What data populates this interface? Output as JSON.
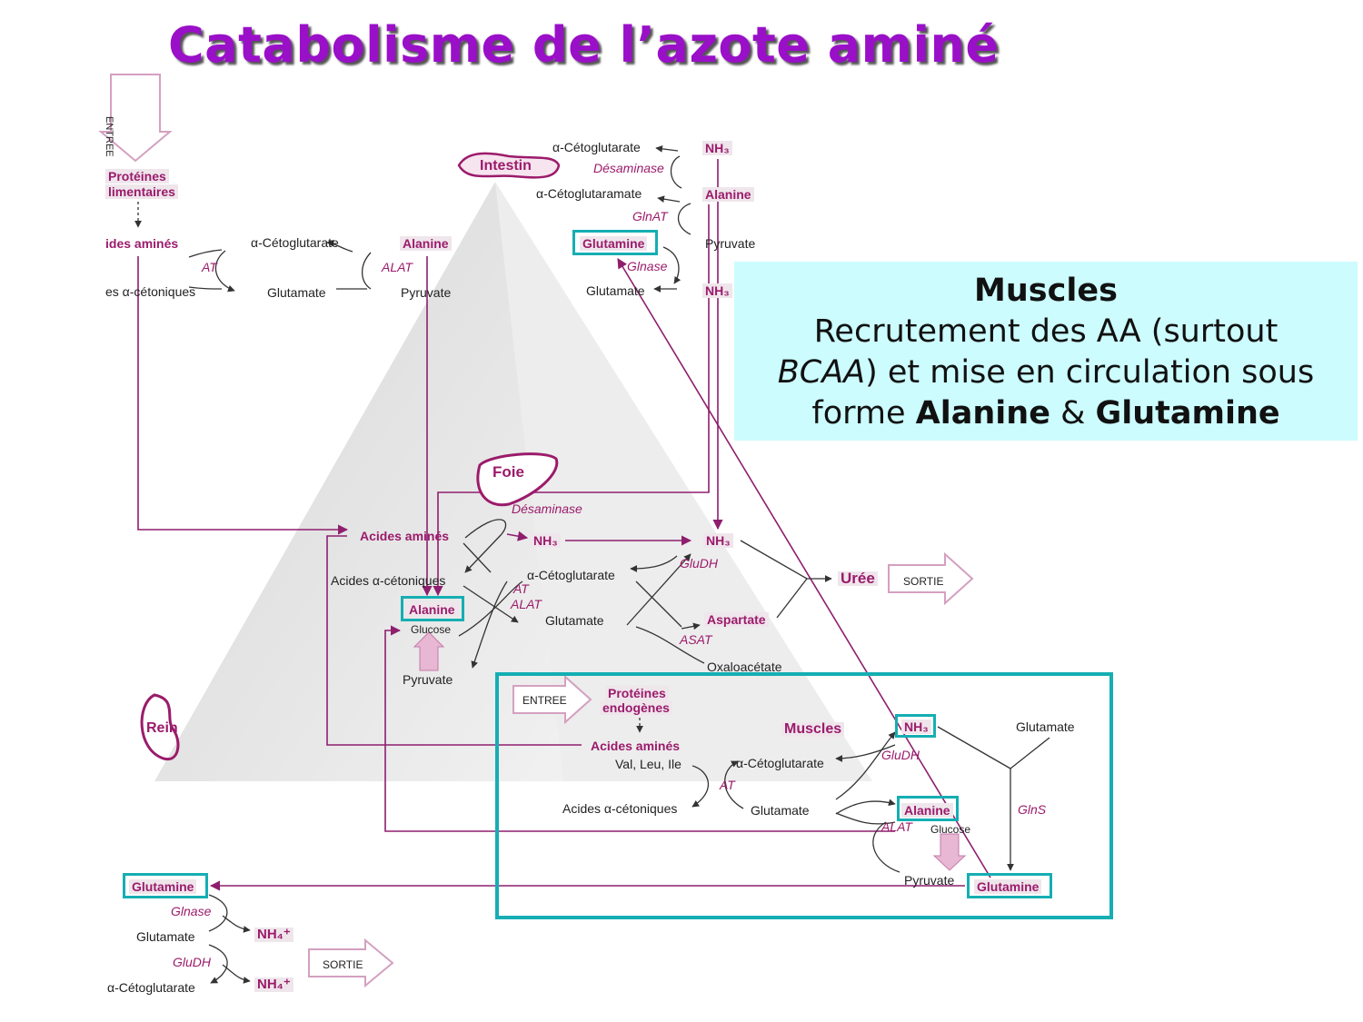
{
  "title": "Catabolisme de l’azote aminé",
  "info_box": {
    "heading": "Muscles",
    "line1": "Recrutement des AA (surtout",
    "line2_italic": "BCAA",
    "line2_rest": ") et mise en circulation  sous",
    "line3_a": "forme ",
    "line3_b": "Alanine",
    "line3_c": " & ",
    "line3_d": "Glutamine"
  },
  "entry": {
    "entree": "ENTREE",
    "proteins_1": "Protéines",
    "proteins_2": "limentaires",
    "amino_acids": "ides aminés",
    "keto": "es α-cétoniques",
    "akg": "α-Cétoglutarate",
    "glutamate": "Glutamate",
    "at": "AT",
    "alat": "ALAT",
    "alanine": "Alanine",
    "pyruvate": "Pyruvate"
  },
  "intestin": {
    "label": "Intestin",
    "akg": "α-Cétoglutarate",
    "desaminase": "Désaminase",
    "nh3_top": "NH₃",
    "akgm": "α-Cétoglutaramate",
    "alanine": "Alanine",
    "glnat": "GlnAT",
    "glutamine": "Glutamine",
    "pyruvate": "Pyruvate",
    "glnase": "Glnase",
    "glutamate": "Glutamate",
    "nh3_bottom": "NH₃"
  },
  "foie": {
    "label": "Foie",
    "desaminase": "Désaminase",
    "amino_acids": "Acides aminés",
    "nh3_a": "NH₃",
    "nh3_b": "NH₃",
    "keto": "Acides α-cétoniques",
    "akg": "α-Cétoglutarate",
    "gludh": "GluDH",
    "at": "AT",
    "alat": "ALAT",
    "alanine": "Alanine",
    "glucose": "Glucose",
    "glutamate": "Glutamate",
    "aspartate": "Aspartate",
    "asat": "ASAT",
    "pyruvate": "Pyruvate",
    "oxalo": "Oxaloacétate",
    "uree": "Urée",
    "sortie": "SORTIE"
  },
  "muscles": {
    "entree": "ENTREE",
    "proteins_1": "Protéines",
    "proteins_2": "endogènes",
    "amino_acids": "Acides aminés",
    "val": "Val, Leu, Ile",
    "akg": "α-Cétoglutarate",
    "at": "AT",
    "keto": "Acides α-cétoniques",
    "glutamate_mid": "Glutamate",
    "label": "Muscles",
    "nh3": "NH₃",
    "gludh": "GluDH",
    "glutamate_right": "Glutamate",
    "alanine": "Alanine",
    "alat": "ALAT",
    "glucose": "Glucose",
    "glns": "GlnS",
    "pyruvate": "Pyruvate",
    "glutamine": "Glutamine"
  },
  "rein": {
    "label": "Rein",
    "glutamine": "Glutamine",
    "glnase": "Glnase",
    "glutamate": "Glutamate",
    "nh4_a": "NH₄⁺",
    "gludh": "GluDH",
    "sortie": "SORTIE",
    "akg": "α-Cétoglutarate",
    "nh4_b": "NH₄⁺"
  },
  "colors": {
    "title": "#9a0fc8",
    "magenta": "#9b1b6b",
    "arrow": "#8e1e6e",
    "highlight": "#15aeb3",
    "info_bg": "#ccfcfe"
  }
}
